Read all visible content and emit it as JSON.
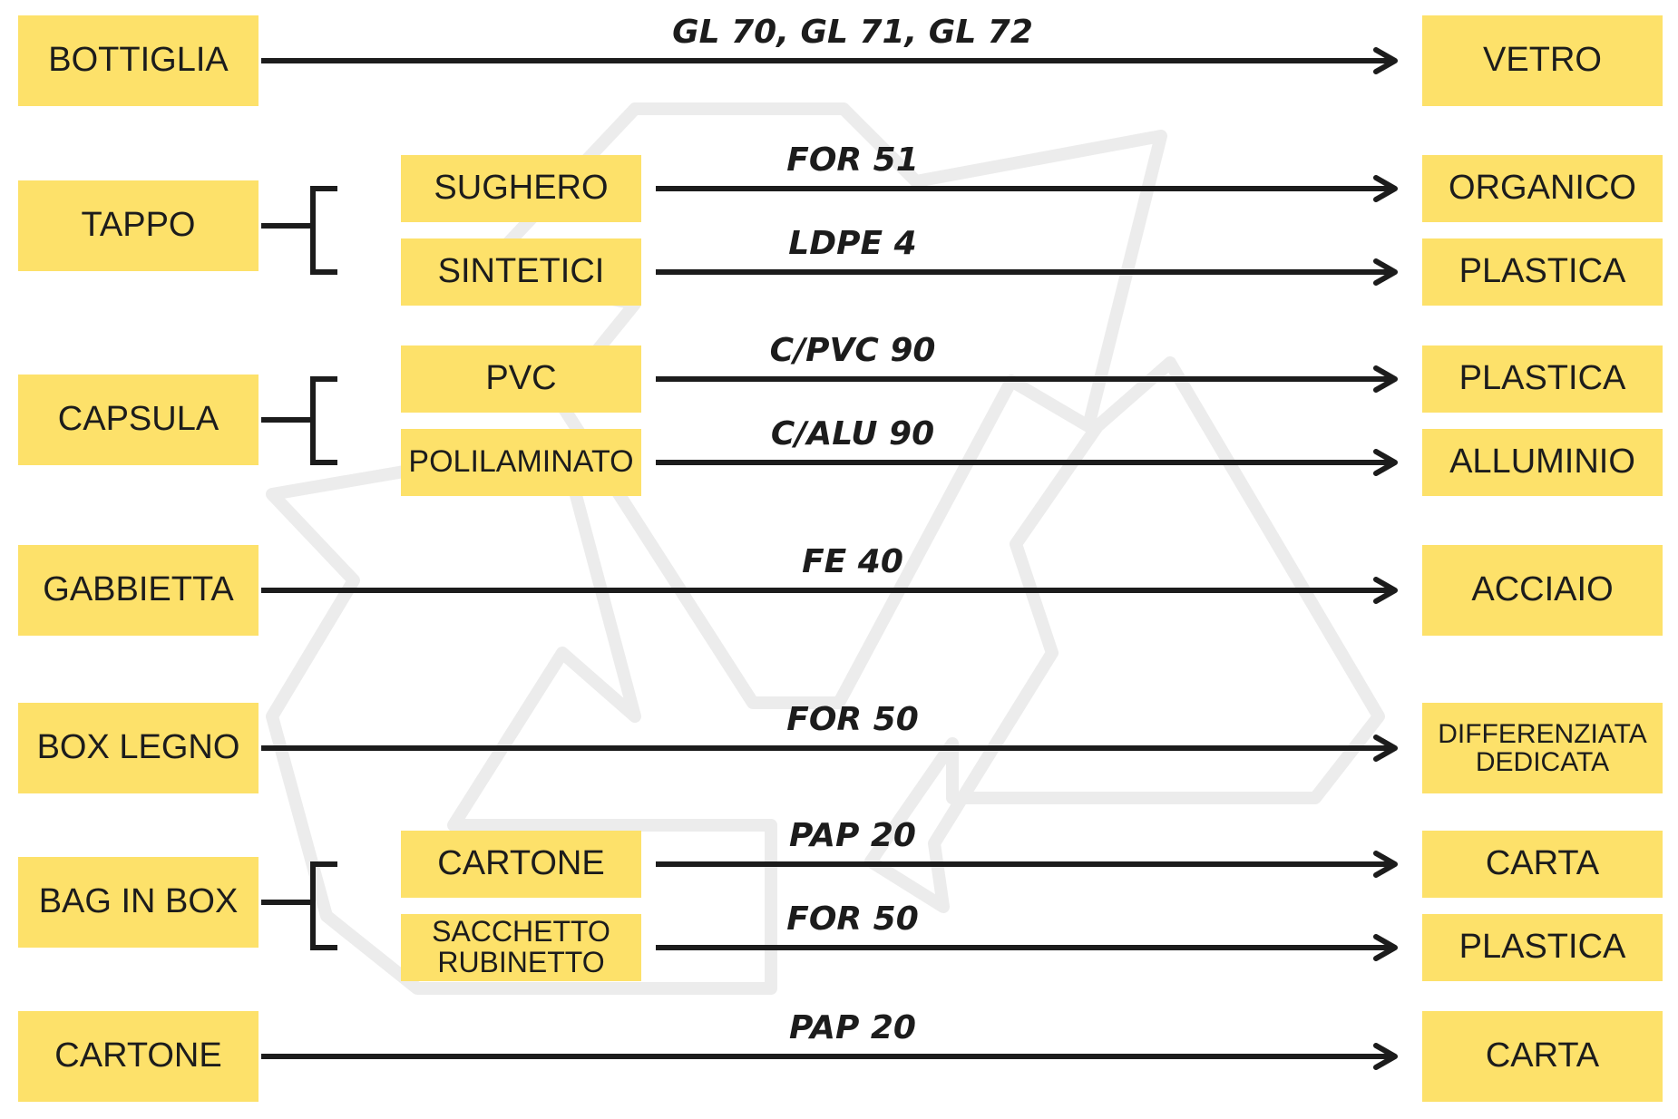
{
  "colors": {
    "box": "#fde16a",
    "ink": "#1c1c1c",
    "symbol": "#ececec"
  },
  "background_icon": "recycling-symbol-icon",
  "rows": [
    {
      "source": "BOTTIGLIA",
      "links": [
        {
          "code": "GL 70, GL 71, GL 72",
          "target": "VETRO"
        }
      ]
    },
    {
      "source": "TAPPO",
      "links": [
        {
          "material": "SUGHERO",
          "code": "FOR 51",
          "target": "ORGANICO"
        },
        {
          "material": "SINTETICI",
          "code": "LDPE 4",
          "target": "PLASTICA"
        }
      ]
    },
    {
      "source": "CAPSULA",
      "links": [
        {
          "material": "PVC",
          "code": "C/PVC 90",
          "target": "PLASTICA"
        },
        {
          "material": "POLILAMINATO",
          "code": "C/ALU 90",
          "target": "ALLUMINIO"
        }
      ]
    },
    {
      "source": "GABBIETTA",
      "links": [
        {
          "code": "FE 40",
          "target": "ACCIAIO"
        }
      ]
    },
    {
      "source": "BOX LEGNO",
      "links": [
        {
          "code": "FOR 50",
          "target": "DIFFERENZIATA\nDEDICATA"
        }
      ]
    },
    {
      "source": "BAG IN BOX",
      "links": [
        {
          "material": "CARTONE",
          "code": "PAP 20",
          "target": "CARTA"
        },
        {
          "material": "SACCHETTO\nRUBINETTO",
          "code": "FOR 50",
          "target": "PLASTICA"
        }
      ]
    },
    {
      "source": "CARTONE",
      "links": [
        {
          "code": "PAP 20",
          "target": "CARTA"
        }
      ]
    }
  ]
}
